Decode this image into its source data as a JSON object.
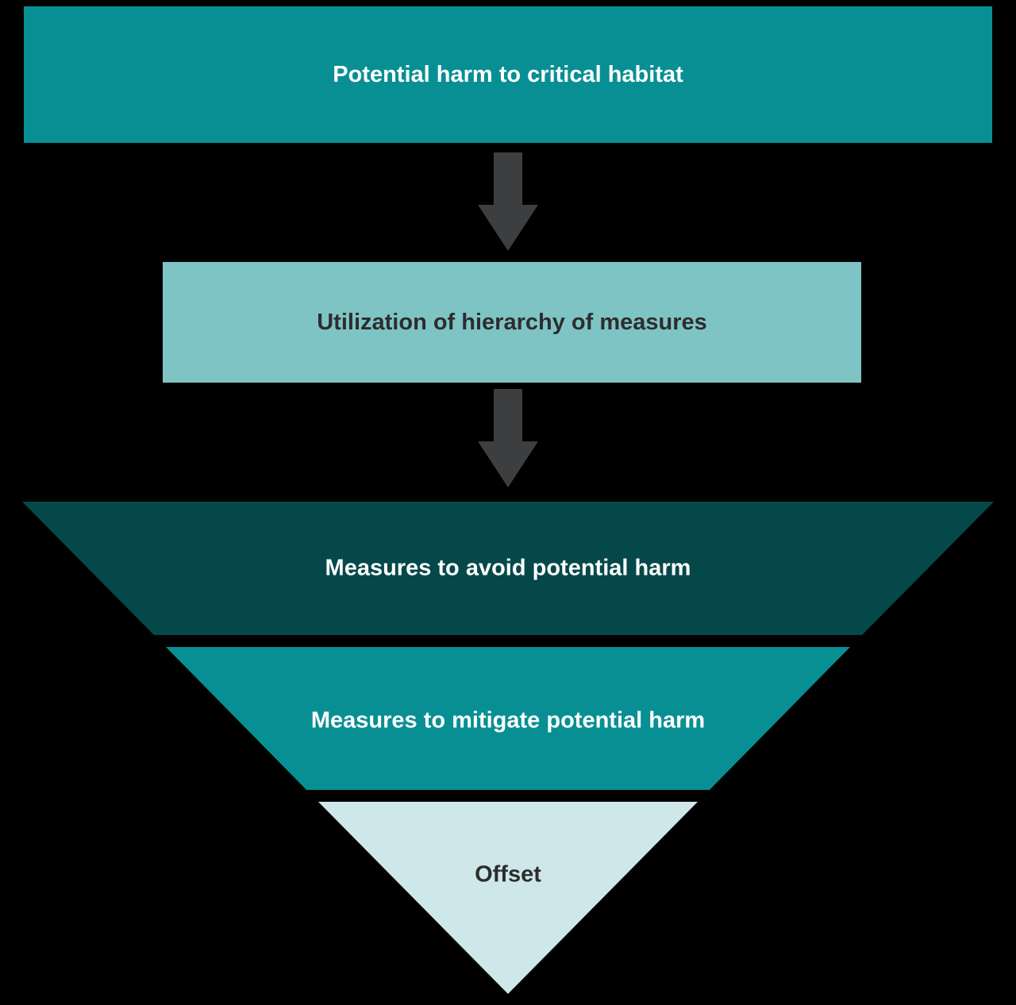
{
  "top_bar": {
    "label": "Potential harm to critical habitat"
  },
  "middle_bar": {
    "label": "Utilization of hierarchy of measures"
  },
  "funnel_levels": [
    {
      "label": "Measures to avoid potential harm"
    },
    {
      "label": "Measures to mitigate potential harm"
    },
    {
      "label": "Offset"
    }
  ],
  "colors": {
    "teal": "#088F94",
    "light_teal": "#7FC4C5",
    "dark_teal": "#05484A",
    "pale_teal": "#CEE8EA",
    "arrow_gray": "#3D3E40",
    "text_light": "#FFFFFF",
    "text_dark": "#2D2D2D",
    "bg": "#000000"
  }
}
